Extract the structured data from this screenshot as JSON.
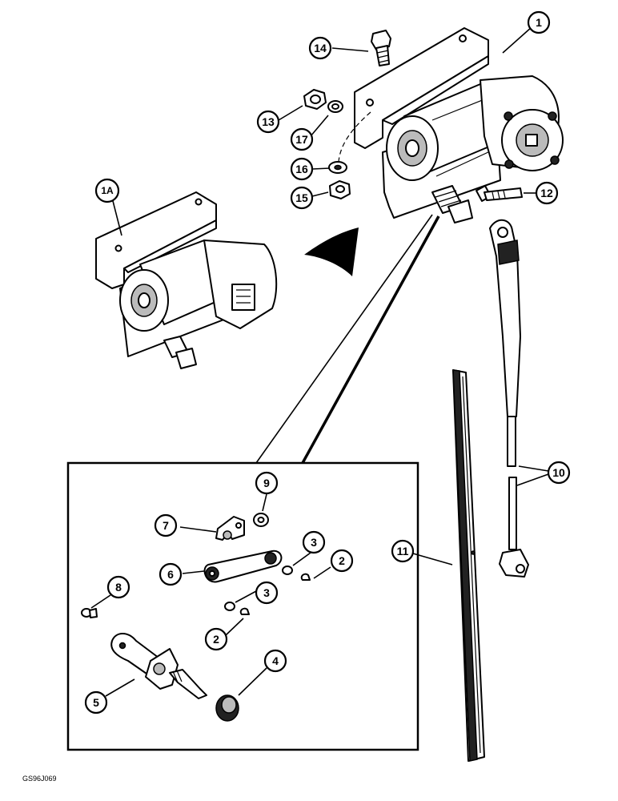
{
  "callouts": {
    "c1": "1",
    "c1A": "1A",
    "c2a": "2",
    "c2b": "2",
    "c3a": "3",
    "c3b": "3",
    "c4": "4",
    "c5": "5",
    "c6": "6",
    "c7": "7",
    "c8": "8",
    "c9": "9",
    "c10": "10",
    "c11": "11",
    "c12": "12",
    "c13": "13",
    "c14": "14",
    "c15": "15",
    "c16": "16",
    "c17": "17"
  },
  "figure_ref": "GS96J069"
}
